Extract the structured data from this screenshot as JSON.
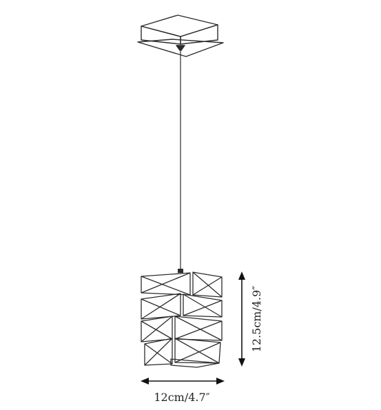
{
  "diagram": {
    "subject": "pendant-lamp-dimension-drawing",
    "width_label": "12cm/4.7″",
    "height_label": "12.5cm/4.9″",
    "line_color": "#2b2b2b",
    "background_color": "#ffffff"
  }
}
